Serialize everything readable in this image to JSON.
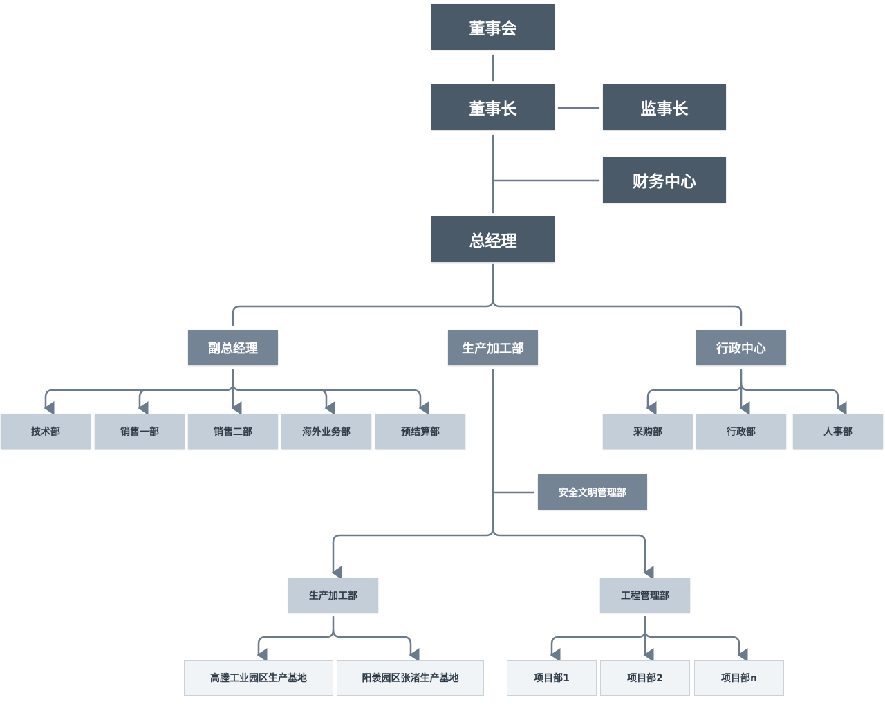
{
  "colors": {
    "level1": "#4a5a69",
    "level2": "#748494",
    "level3": "#c3ced8",
    "level4": "#f1f4f7",
    "connector": "#6b7b8b"
  },
  "nodes": {
    "board": "董事会",
    "chairman": "董事长",
    "supervisor": "监事长",
    "finance": "财务中心",
    "gm": "总经理",
    "vice_gm": "副总经理",
    "production": "生产加工部",
    "admin_center": "行政中心",
    "tech": "技术部",
    "sales1": "销售一部",
    "sales2": "销售二部",
    "overseas": "海外业务部",
    "budget": "预结算部",
    "safety": "安全文明管理部",
    "purchasing": "采购部",
    "admin_dept": "行政部",
    "hr": "人事部",
    "production_sub": "生产加工部",
    "engineering": "工程管理部",
    "gaoteng": "高塍工业园区生产基地",
    "yangxian": "阳羡园区张渚生产基地",
    "project1": "项目部1",
    "project2": "项目部2",
    "projectn": "项目部n"
  }
}
